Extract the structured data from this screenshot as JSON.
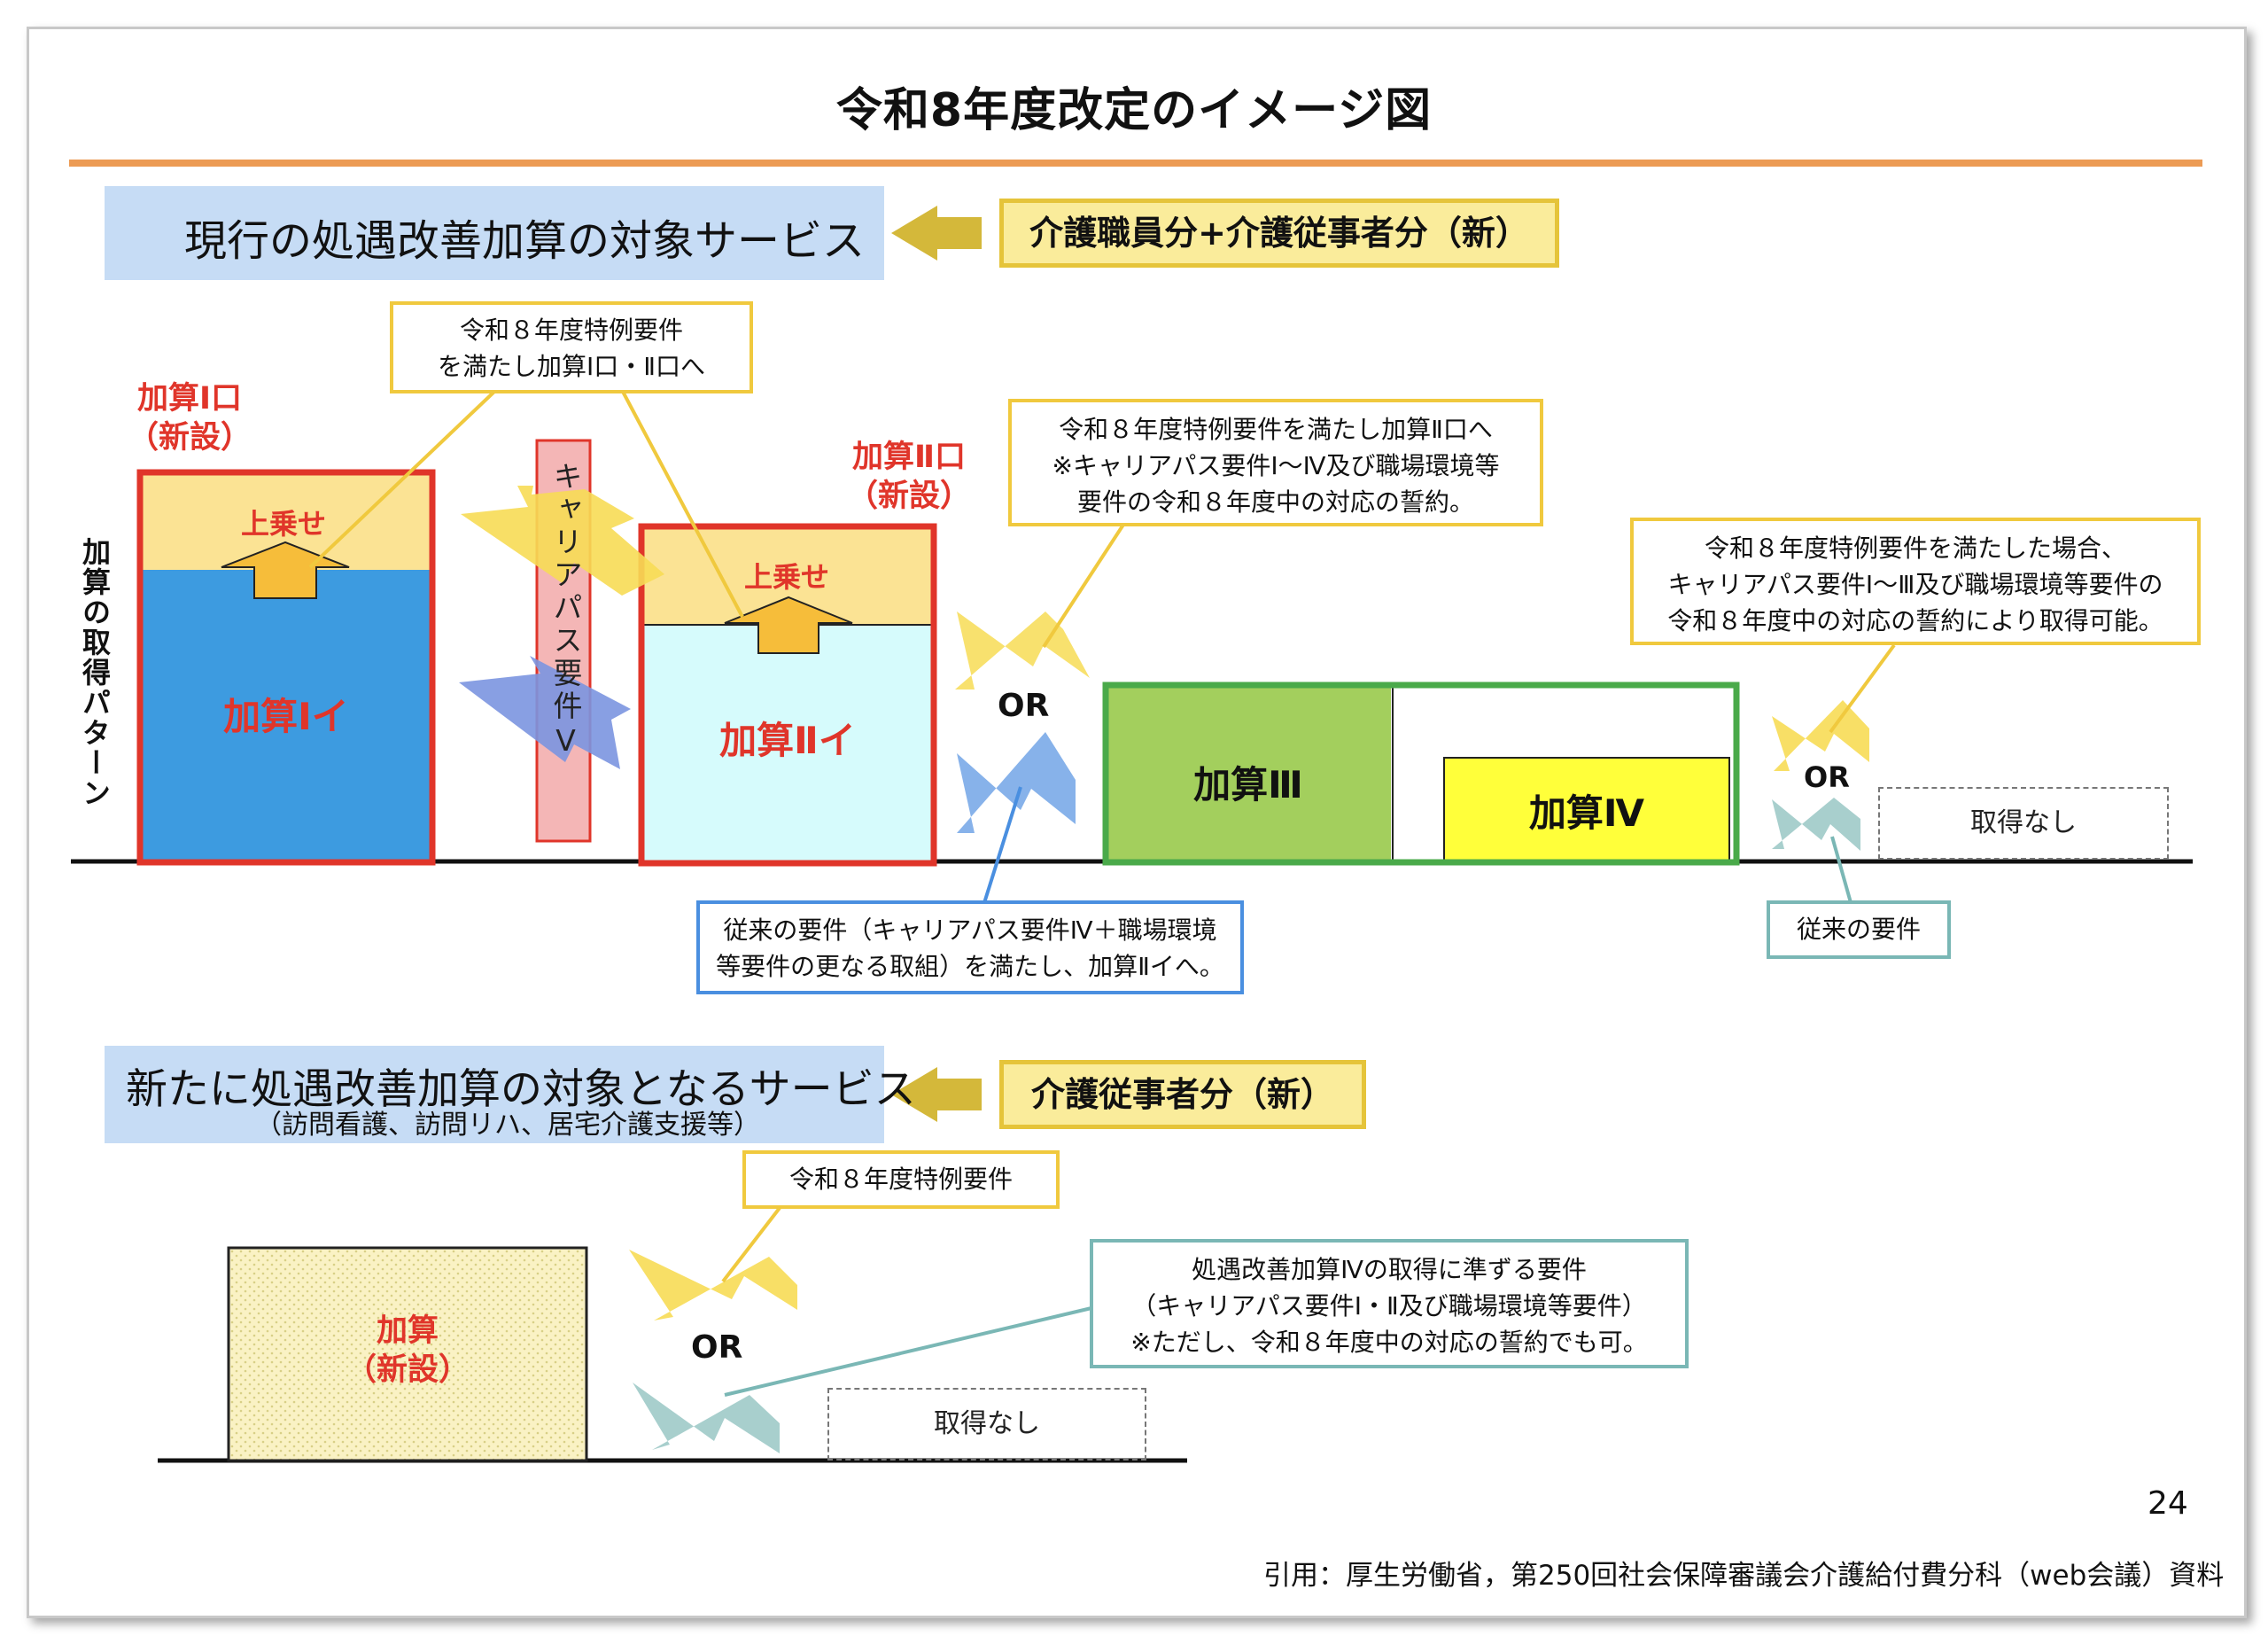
{
  "title": "令和8年度改定のイメージ図",
  "section1": {
    "band_label": "現行の処遇改善加算の対象サービス",
    "header": "介護職員分+介護従事者分（新）",
    "y_axis_label": "加算の取得パターン",
    "callout_top_line1": "令和８年度特例要件",
    "callout_top_line2": "を満たし加算Ⅰ口・Ⅱ口へ",
    "kasan1ro_line1": "加算Ⅰ口",
    "kasan1ro_line2": "（新設）",
    "kasan2ro_line1": "加算Ⅱ口",
    "kasan2ro_line2": "（新設）",
    "uwanose": "上乗せ",
    "kasan1i": "加算Ⅰイ",
    "kasan2i": "加算Ⅱイ",
    "career_v": "キャリアパス要件Ⅴ",
    "kasan3": "加算Ⅲ",
    "kasan4": "加算Ⅳ",
    "or": "OR",
    "callout_mid_line1": "令和８年度特例要件を満たし加算Ⅱ口へ",
    "callout_mid_line2": "※キャリアパス要件Ⅰ～Ⅳ及び職場環境等",
    "callout_mid_line3": "要件の令和８年度中の対応の誓約。",
    "callout_right_line1": "令和８年度特例要件を満たした場合、",
    "callout_right_line2": "キャリアパス要件Ⅰ～Ⅲ及び職場環境等要件の",
    "callout_right_line3": "令和８年度中の対応の誓約により取得可能。",
    "callout_blue_line1": "従来の要件（キャリアパス要件Ⅳ＋職場環境",
    "callout_blue_line2": "等要件の更なる取組）を満たし、加算Ⅱイへ。",
    "callout_teal": "従来の要件",
    "none": "取得なし"
  },
  "section2": {
    "band_label": "新たに処遇改善加算の対象となるサービス",
    "band_sub": "（訪問看護、訪問リハ、居宅介護支援等）",
    "header": "介護従事者分（新）",
    "callout_top": "令和８年度特例要件",
    "kasan_line1": "加算",
    "kasan_line2": "（新設）",
    "or": "OR",
    "callout_teal_line1": "処遇改善加算Ⅳの取得に準ずる要件",
    "callout_teal_line2": "（キャリアパス要件Ⅰ・Ⅱ及び職場環境等要件）",
    "callout_teal_line3": "※ただし、令和８年度中の対応の誓約でも可。",
    "none": "取得なし"
  },
  "page_number": "24",
  "citation": "引用：厚生労働省，第250回社会保障審議会介護給付費分科（web会議）資料",
  "colors": {
    "accent_rule": "#ec9b54",
    "band": "#c6dcf5",
    "header_fill": "#faec9b",
    "red": "#e0352a",
    "blue_box": "#3d9be0",
    "light_cyan": "#d6fbfc",
    "green": "#4aaa4a",
    "yellow": "#ffff3a",
    "arrow_yellow": "#f7dc55",
    "arrow_blue": "#7b95e0",
    "arrow_teal": "#a3ccca"
  }
}
